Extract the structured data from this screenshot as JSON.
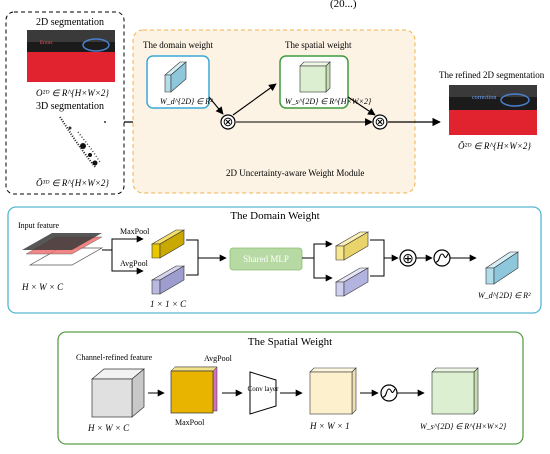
{
  "header_fragment": "(20...)",
  "top": {
    "label_2d_seg": "2D segmentation",
    "eq_o2d": "O²ᴰ ∈ R^{H×W×2}",
    "label_3d_seg": "3D segmentation",
    "eq_o3d": "Õ³ᴰ ∈ R^{H×W×2}",
    "module_caption": "2D Uncertainty-aware Weight Module",
    "domain_weight_title": "The domain weight",
    "spatial_weight_title": "The spatial weight",
    "eq_wd": "W_d^{2D} ∈ R²",
    "eq_ws": "W_s^{2D} ∈ R^{H×W×2}",
    "refined_title": "The refined 2D segmentation",
    "eq_refined": "Õ²ᴰ ∈ R^{H×W×2}",
    "overlay_errors": "Errors",
    "overlay_correction": "correction",
    "multiply_symbol": "⊗"
  },
  "domain_panel": {
    "title": "The Domain Weight",
    "input_feature": "Input feature",
    "maxpool": "MaxPool",
    "avgpool": "AvgPool",
    "shared_mlp": "Shared MLP",
    "dim_hwc": "H × W × C",
    "dim_11c": "1 × 1 × C",
    "eq_wd": "W_d^{2D} ∈ R²",
    "plus_symbol": "⊕"
  },
  "spatial_panel": {
    "title": "The Spatial Weight",
    "channel_refined": "Channel-refined feature",
    "avgpool": "AvgPool",
    "maxpool": "MaxPool",
    "conv_layer": "Conv layer",
    "dim_hwc": "H × W × C",
    "dim_hw1": "H × W × 1",
    "eq_ws": "W_s^{2D} ∈ R^{H×W×2}"
  },
  "colors": {
    "domain_cube": "#b3dcea",
    "spatial_cube": "#dcefd0",
    "maxpool_cube": "#e8c700",
    "avgpool_cube": "#b9b9e0",
    "mlp_box": "#b7d9a3",
    "domain_panel_border": "#58b7d4",
    "spatial_panel_border": "#5aa04a",
    "module_bg": "#fdf3e5",
    "module_border": "#f0b24a",
    "road_red": "#e0232e"
  }
}
